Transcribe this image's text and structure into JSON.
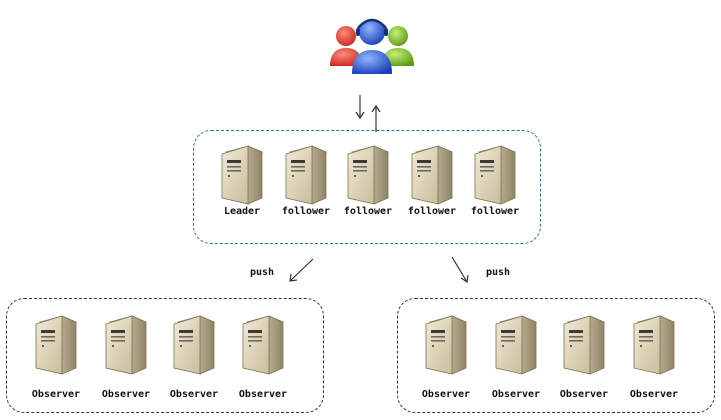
{
  "clients": {
    "icon": "users-group-icon"
  },
  "ensemble": {
    "servers": [
      {
        "label": "Leader",
        "icon": "server-icon"
      },
      {
        "label": "follower",
        "icon": "server-icon"
      },
      {
        "label": "follower",
        "icon": "server-icon"
      },
      {
        "label": "follower",
        "icon": "server-icon"
      },
      {
        "label": "follower",
        "icon": "server-icon"
      }
    ]
  },
  "push_left": {
    "label": "push"
  },
  "push_right": {
    "label": "push"
  },
  "observers_left": {
    "servers": [
      {
        "label": "Observer",
        "icon": "server-icon"
      },
      {
        "label": "Observer",
        "icon": "server-icon"
      },
      {
        "label": "Observer",
        "icon": "server-icon"
      },
      {
        "label": "Observer",
        "icon": "server-icon"
      }
    ]
  },
  "observers_right": {
    "servers": [
      {
        "label": "Observer",
        "icon": "server-icon"
      },
      {
        "label": "Observer",
        "icon": "server-icon"
      },
      {
        "label": "Observer",
        "icon": "server-icon"
      },
      {
        "label": "Observer",
        "icon": "server-icon"
      }
    ]
  },
  "colors": {
    "ensemble_border": "#2f6fb3",
    "observer_border": "#333333",
    "server_body": "#d9cfb4",
    "user_red": "#e0463c",
    "user_blue": "#2f5fd6",
    "user_green": "#7cc030"
  }
}
